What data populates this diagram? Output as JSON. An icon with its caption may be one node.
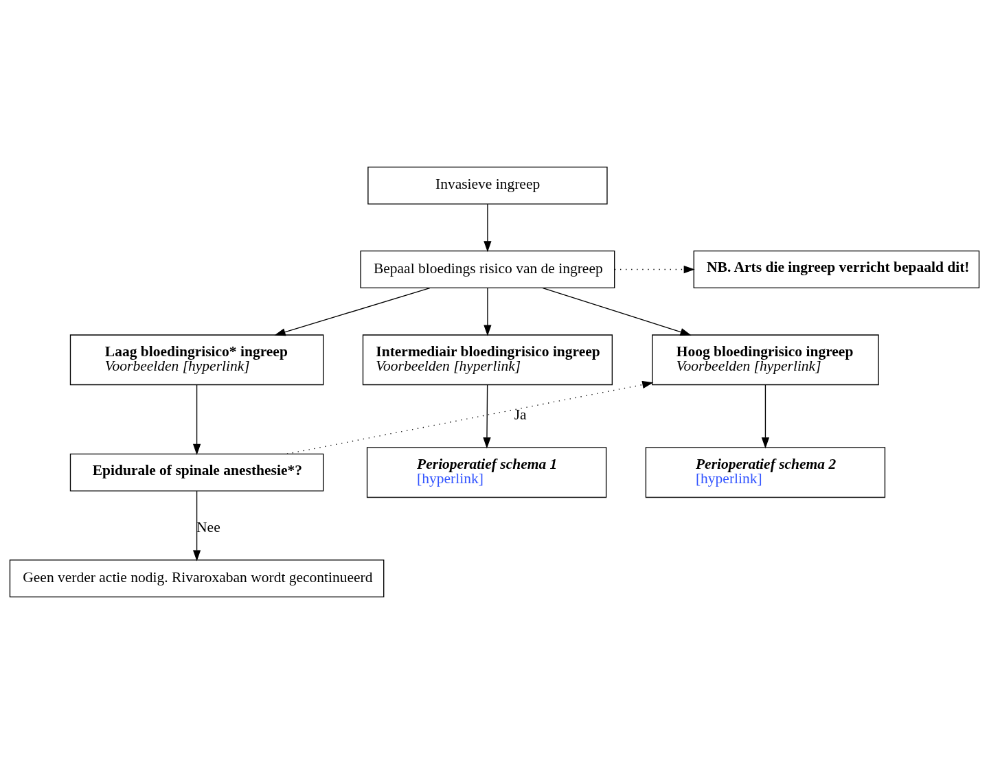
{
  "diagram": {
    "nodes": [
      {
        "text": [
          "Invasieve ingreep"
        ]
      },
      {
        "text": [
          "Bepaal bloedings risico van de ingreep"
        ]
      },
      {
        "text": [
          "NB. Arts die ingreep verricht bepaald dit!"
        ]
      },
      {
        "text": [
          "Laag bloedingrisico* ingreep",
          "Voorbeelden [hyperlink]"
        ]
      },
      {
        "text": [
          "Intermediair bloedingrisico ingreep",
          "Voorbeelden [hyperlink]"
        ]
      },
      {
        "text": [
          "Hoog bloedingrisico ingreep",
          "Voorbeelden [hyperlink]"
        ]
      },
      {
        "text": [
          "Epidurale of spinale anesthesie*?"
        ]
      },
      {
        "text": [
          "Perioperatief schema 1",
          "[hyperlink]"
        ]
      },
      {
        "text": [
          "Perioperatief schema 2",
          "[hyperlink]"
        ]
      },
      {
        "text": [
          "Geen verder actie nodig. Rivaroxaban wordt gecontinueerd"
        ]
      }
    ],
    "edges": [
      {
        "from": 0,
        "to": 1,
        "arrow": "to"
      },
      {
        "from": 1,
        "to": 2,
        "arrow": "to",
        "style": "dashed"
      },
      {
        "from": 1,
        "to": 3,
        "arrow": "to"
      },
      {
        "from": 1,
        "to": 4,
        "arrow": "to"
      },
      {
        "from": 1,
        "to": 5,
        "arrow": "to"
      },
      {
        "from": 3,
        "to": 6,
        "arrow": "to"
      },
      {
        "from": 4,
        "to": 7,
        "arrow": "to"
      },
      {
        "from": 5,
        "to": 8,
        "arrow": "to"
      },
      {
        "from": 6,
        "to": 5,
        "arrow": "to",
        "style": "dashed",
        "label": "Ja"
      },
      {
        "from": 6,
        "to": 9,
        "arrow": "to",
        "label": "Nee"
      }
    ]
  }
}
